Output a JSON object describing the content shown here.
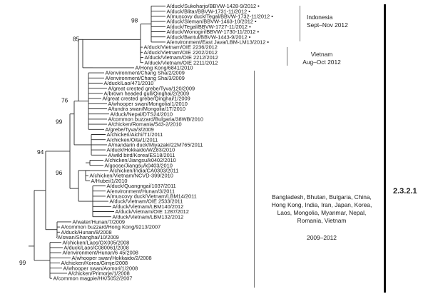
{
  "tree": {
    "leaves": [
      "A/duck/Sukoharjo/BBVW-1428-9/2012 •",
      "A/duck/Blitar/BBVW-1731-11/2012 •",
      "A/muscovy duck/Tegal/BBVW-1732-11/2012 •",
      "A/duck/Sleman/BBVW-1463-10/2012 •",
      "A/duck/Tegal/BBVW-1727-11/2012 •",
      "A/duck/Wonogiri/BBVW-1730-11/2012 •",
      "A/duck/Bantul/BBVW-1443-9/2012 •",
      "A/environment/East Java/LBM-LM13/2012 •",
      "A/duck/Vietnam/OIE 2236/2012",
      "A/duck/Vietnam/OIE 2202/2012",
      "A/duck/Vietnam/OIE 2212/2012",
      "A/duck/Vietnam/OIE 2211/2012",
      "A/Hong Kong/6841/2010",
      "A/environment/Chang Sha/2/2009",
      "A/environment/Chang Sha/3/2009",
      "A/duck/Lao/471/2010",
      "A/great crested grebe/Tyva/120/2009",
      "A/brown headed gull/Qinghai/2/2009",
      "A/great crested grebe/Qinghai/1/2009",
      "A/whooper swan/Mongolia/1/2010",
      "A/tundra swan/Mongolia/1T/2010",
      "A/duck/Nepal/DTS24/2010",
      "A/common buzzard/Bulgaria/38WB/2010",
      "A/chicken/Romania/543-2/2010",
      "A/grebe/Tyva/3/2009",
      "A/chicken/Aichi/T1/2011",
      "A/chicken/Oita/1/2011",
      "A/mandarin duck/Miyazaki/22M765/2011",
      "A/duck/Hokkaido/WZ83/2010",
      "A/wild bird/Korea/ES18/2011",
      "A/chicken/Jiangsu/k0402/2010",
      "A/goose/Jiangsu/k0403/2010",
      "A/chicken/India/CA0303/2011",
      "A/chicken/Vietnam/NCVD-399/2010",
      "A/Hubei/1/2010",
      "A/duck/Quangngai/1037/2011",
      "A/environment/Hunan/3/2011",
      "A/muscovy duck/Vietnam/LBM14/2011",
      "A/duck/Vietnam/OIE 2533/2011",
      "A/duck/Vietnam/LBM140/2012",
      "A/duck/Vietnam/OIE 1287/2012",
      "A/duck/Vietnam/LBM132/2012",
      "A/water/Hunan/7/2009",
      "A/common buzzard/Hong Kong/9213/2007",
      "A/duck/Hunan/8/2008",
      "A/swan/Shanghai/10/2009",
      "A/chicken/Laos/OX005/2008",
      "A/duck/Laos/C080061/2008",
      "A/environment/Hunan/6 45/2008",
      "A/whooper swan/Hokkaido/2/2008",
      "A/chicken/Korea/Gimje/2008",
      "A/whooper swan/Aomori/1/2008",
      "A/chicken/Primorje/1/2008",
      "A/common magpie/HK/5052/2007"
    ],
    "bootstrap": [
      "98",
      "85",
      "76",
      "99",
      "96",
      "94",
      "99"
    ]
  },
  "annotations": {
    "indonesia": {
      "line1": "Indonesia",
      "line2": "Sept–Nov 2012"
    },
    "vietnam": {
      "line1": "Vietnam",
      "line2": "Aug–Oct 2012"
    },
    "group": {
      "line1": "Bangladesh, Bhutan, Bulgaria, China,",
      "line2": "Hong Kong, India, Iran, Japan, Korea,",
      "line3": "Laos, Mongolia, Myanmar, Nepal,",
      "line4": "Romania, Vietnam",
      "years": "2009–2012"
    },
    "clade": "2.3.2.1"
  }
}
